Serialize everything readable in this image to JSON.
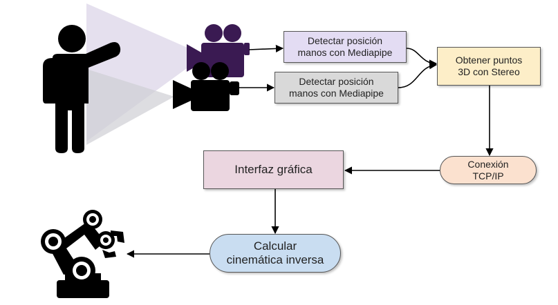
{
  "nodes": {
    "detect1": "Detectar posición\nmanos con Mediapipe",
    "detect2": "Detectar posición\nmanos con Mediapipe",
    "stereo": "Obtener puntos\n3D con Stereo",
    "conexion": "Conexión\nTCP/IP",
    "interfaz": "Interfaz gráfica",
    "cinematica": "Calcular\ncinemática inversa"
  },
  "colors": {
    "camera1": "#3a1a52",
    "camera2": "#000000",
    "person": "#000000",
    "beam1": "#e2ddec",
    "beam2": "#cfcfd4",
    "detect1_fill": "#e3dcf3",
    "detect2_fill": "#d9d9d9",
    "stereo_fill": "#fdeec8",
    "conexion_fill": "#fbe1cf",
    "interfaz_fill": "#ebd6e0",
    "cinematica_fill": "#c9ddf1"
  },
  "icons": [
    "person-icon",
    "video-camera-icon",
    "video-camera-icon",
    "robot-arm-icon"
  ]
}
